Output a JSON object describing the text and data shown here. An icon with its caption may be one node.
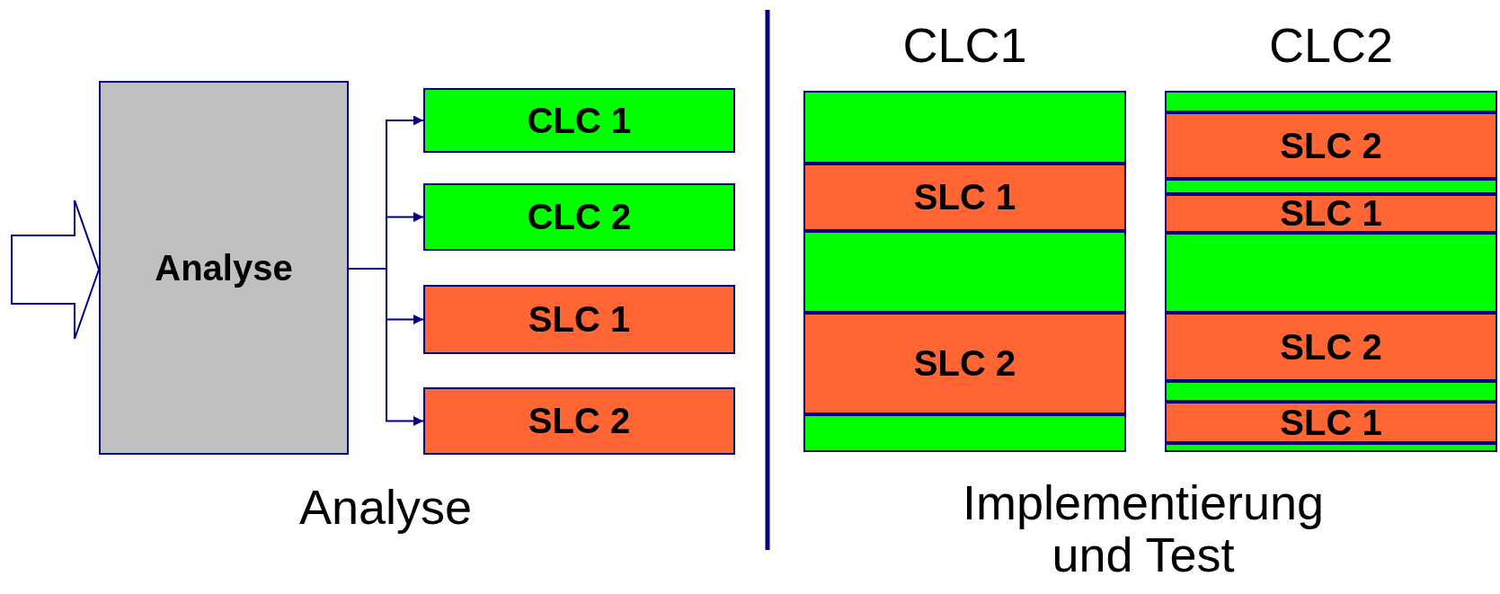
{
  "diagram": {
    "nodes": [
      {
        "text": [
          "Analyse"
        ]
      },
      {
        "text": [
          "CLC 1"
        ]
      },
      {
        "text": [
          "CLC 2"
        ]
      },
      {
        "text": [
          "SLC 1"
        ]
      },
      {
        "text": [
          "SLC 2"
        ]
      },
      {
        "text": [
          "CLC1"
        ]
      },
      {
        "text": [],
        "shape": "box",
        "in": 5
      },
      {
        "text": [
          "SLC 1"
        ],
        "in": 5
      },
      {
        "text": [],
        "shape": "box",
        "in": 5
      },
      {
        "text": [
          "SLC 2"
        ],
        "in": 5
      },
      {
        "text": [],
        "shape": "box",
        "in": 5
      },
      {
        "text": [
          "CLC2"
        ]
      },
      {
        "text": [],
        "shape": "box",
        "in": 11
      },
      {
        "text": [
          "SLC 2"
        ],
        "in": 11
      },
      {
        "text": [],
        "shape": "box",
        "in": 11
      },
      {
        "text": [
          "SLC 1"
        ],
        "in": 11
      },
      {
        "text": [],
        "shape": "box",
        "in": 11
      },
      {
        "text": [
          "SLC 2"
        ],
        "in": 11
      },
      {
        "text": [],
        "shape": "box",
        "in": 11
      },
      {
        "text": [
          "SLC 1"
        ],
        "in": 11
      },
      {
        "text": [],
        "shape": "box",
        "in": 11
      }
    ],
    "edges": [
      {
        "from": null,
        "to": 0,
        "arrow": "to"
      },
      {
        "from": 0,
        "to": 1,
        "arrow": "to"
      },
      {
        "from": 0,
        "to": 2,
        "arrow": "to"
      },
      {
        "from": 0,
        "to": 3,
        "arrow": "to"
      },
      {
        "from": 0,
        "to": 4,
        "arrow": "to"
      }
    ],
    "labels": [
      "Analyse",
      "Implementierung und Test"
    ]
  }
}
